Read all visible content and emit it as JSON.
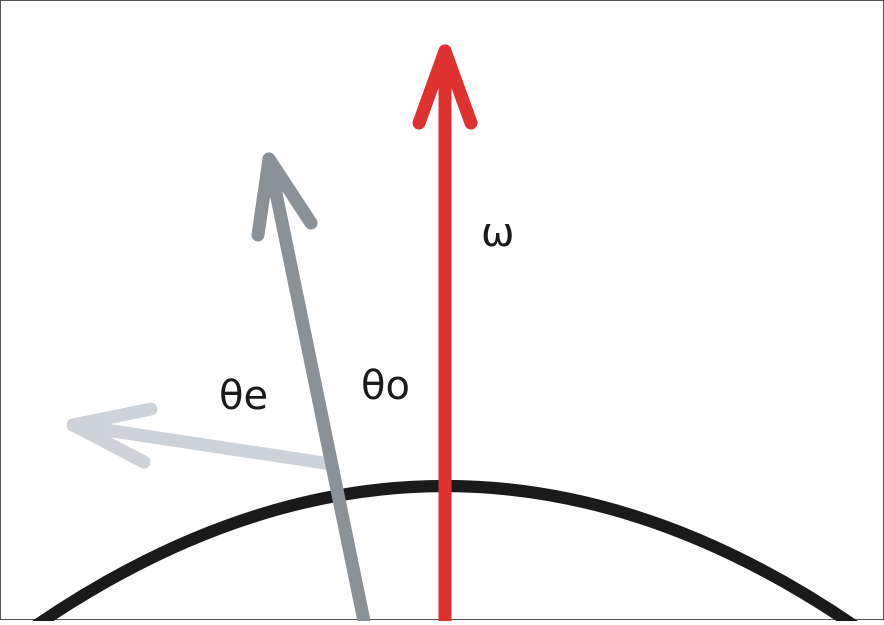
{
  "labels": {
    "omega": "ω",
    "theta_o": "θo",
    "theta_e": "θe"
  },
  "colors": {
    "omega_arrow": "#e03131",
    "theta_e_arrow": "#8a9198",
    "tangent_arrow": "#ced3da",
    "sphere_outline": "#1a1a1a",
    "label_text": "#1a1a1a"
  }
}
